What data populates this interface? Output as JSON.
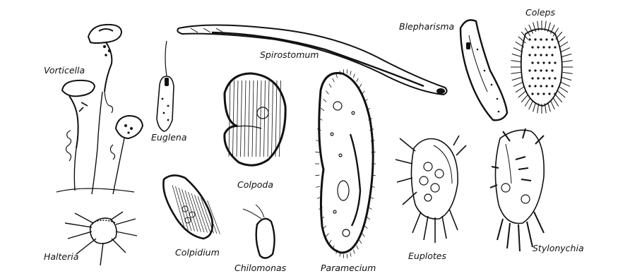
{
  "diagram": {
    "organisms": [
      {
        "key": "vorticella",
        "label": "Vorticella"
      },
      {
        "key": "euglena",
        "label": "Euglena"
      },
      {
        "key": "spirostomum",
        "label": "Spirostomum"
      },
      {
        "key": "blepharisma",
        "label": "Blepharisma"
      },
      {
        "key": "coleps",
        "label": "Coleps"
      },
      {
        "key": "colpoda",
        "label": "Colpoda"
      },
      {
        "key": "paramecium",
        "label": "Paramecium"
      },
      {
        "key": "euplotes",
        "label": "Euplotes"
      },
      {
        "key": "stylonychia",
        "label": "Stylonychia"
      },
      {
        "key": "halteria",
        "label": "Halteria"
      },
      {
        "key": "colpidium",
        "label": "Colpidium"
      },
      {
        "key": "chilomonas",
        "label": "Chilomonas"
      }
    ]
  },
  "colors": {
    "ink": "#111111",
    "paper": "#ffffff"
  }
}
